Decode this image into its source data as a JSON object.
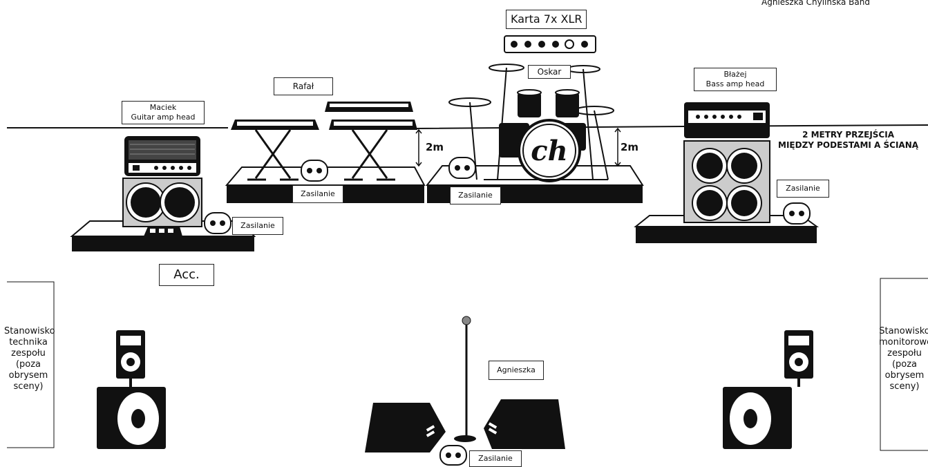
{
  "band": "Agnieszka Chylińska Band",
  "interface_label": "Karta 7x XLR",
  "labels": {
    "maciek_name": "Maciek",
    "maciek_role": "Guitar amp head",
    "rafal": "Rafał",
    "oskar": "Oskar",
    "blazej_name": "Błażej",
    "blazej_role": "Bass amp head",
    "acc": "Acc.",
    "agnieszka": "Agnieszka"
  },
  "power_label": "Zasilanie",
  "distance": "2m",
  "passage": [
    "2 METRY PRZEJŚCIA",
    "MIĘDZY PODESTAMI A ŚCIANĄ"
  ],
  "left_station": [
    "Stanowisko",
    "technika",
    "zespołu",
    "(poza",
    "obrysem",
    "sceny)"
  ],
  "right_station": [
    "Stanowisko",
    "monitorowe",
    "zespołu",
    "(poza",
    "obrysem",
    "sceny)"
  ],
  "drum_logo": "ch"
}
